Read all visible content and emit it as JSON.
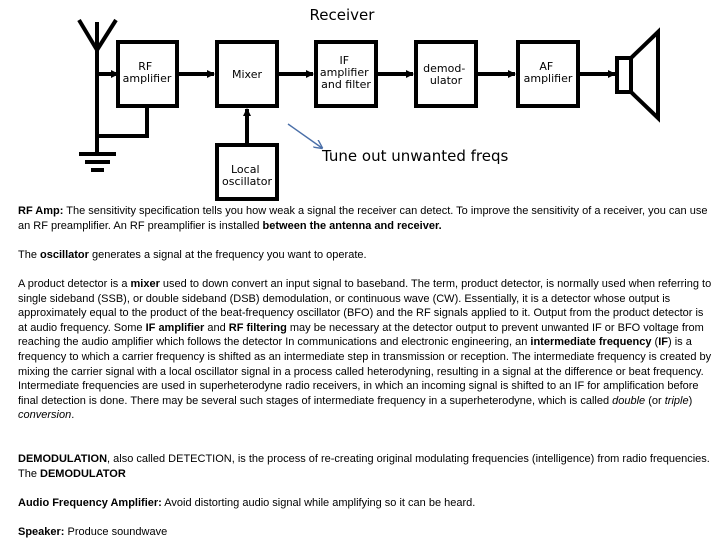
{
  "title": "Receiver",
  "annotation": "Tune out unwanted freqs",
  "diagram": {
    "blocks": {
      "rf_amplifier": [
        "RF",
        "amplifier"
      ],
      "mixer": [
        "Mixer"
      ],
      "if_amplifier": [
        "IF",
        "amplifier",
        "and filter"
      ],
      "demodulator": [
        "demod-",
        "ulator"
      ],
      "af_amplifier": [
        "AF",
        "amplifier"
      ],
      "local_oscillator": [
        "Local",
        "oscillator"
      ]
    }
  },
  "text": {
    "rf_amp": {
      "label": "RF Amp:",
      "body": "  The sensitivity specification tells you how weak a signal the receiver can detect. To improve the sensitivity of a receiver, you can use an RF preamplifier. An RF preamplifier is installed ",
      "bold_end": "between the antenna and receiver."
    },
    "oscillator": {
      "pre": "The ",
      "bold": "oscillator",
      "post": " generates a signal at the frequency you want to operate."
    },
    "mixer": {
      "t1": "A product detector is a ",
      "b1": "mixer",
      "t2": " used to down convert an input signal to baseband. The term, product detector, is normally used when referring to single sideband (SSB), or double sideband (DSB) demodulation, or continuous wave (CW). Essentially, it is a detector whose output is approximately equal to the product of the beat-frequency oscillator (BFO) and the RF signals applied to it. Output from the product detector is at audio frequency. Some ",
      "b2": " IF amplifier",
      "t3": " and ",
      "b3": "RF filtering",
      "t4": " may be necessary at the detector output to prevent unwanted IF or BFO voltage from reaching the audio amplifier which follows the detector  In communications and electronic engineering, an ",
      "b4": "intermediate frequency",
      "t5": " (",
      "b5": "IF",
      "t6": ") is a frequency to which a carrier frequency is shifted as an intermediate step in transmission or reception. The intermediate frequency is created by mixing the carrier signal with a local oscillator signal in a process called heterodyning, resulting in a signal at the difference or beat frequency. Intermediate frequencies are used in superheterodyne radio receivers, in which an incoming signal is shifted to an IF for amplification before final detection is done. There may be several such stages of intermediate frequency in a superheterodyne, which is called ",
      "i1": "double",
      "t7": " (or ",
      "i2": "triple",
      "t8": ") ",
      "i3": "conversion",
      "t9": "."
    },
    "demodulation": {
      "b1": "DEMODULATION",
      "t1": ", also called DETECTION, is the process of re-creating original modulating frequencies (intelligence) from radio frequencies. The ",
      "b2": "DEMODULATOR"
    },
    "audio": {
      "label": "Audio Frequency Amplifier:",
      "body": "  Avoid distorting audio signal while amplifying so it can be heard."
    },
    "speaker": {
      "label": "Speaker:",
      "body": "  Produce soundwave"
    }
  }
}
